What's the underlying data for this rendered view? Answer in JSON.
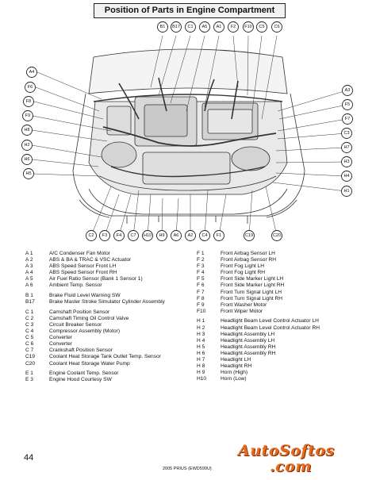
{
  "title": "Position of Parts in Engine Compartment",
  "callouts": {
    "top": [
      "B1",
      "B17",
      "C1",
      "A5",
      "A1",
      "F2",
      "F10",
      "C5",
      "C6"
    ],
    "left": [
      "A4",
      "F6",
      "F8",
      "F9",
      "H8",
      "H2",
      "H6",
      "H5"
    ],
    "right": [
      "A3",
      "F5",
      "F7",
      "C3",
      "H7",
      "H3",
      "H4",
      "H1"
    ],
    "bottom": [
      "C2",
      "F3",
      "F4",
      "C7",
      "H10",
      "H9",
      "A6",
      "A2",
      "C4",
      "F1",
      "C19",
      "C20"
    ]
  },
  "legend_left": [
    [
      {
        "code": "A  1",
        "label": "A/C Condenser Fan Motor"
      },
      {
        "code": "A  2",
        "label": "ABS & BA & TRAC & VSC Actuator"
      },
      {
        "code": "A  3",
        "label": "ABS Speed Sensor Front LH"
      },
      {
        "code": "A  4",
        "label": "ABS Speed Sensor Front RH"
      },
      {
        "code": "A  5",
        "label": "Air Fuel Ratio Sensor (Bank 1 Sensor 1)"
      },
      {
        "code": "A  6",
        "label": "Ambient Temp. Sensor"
      }
    ],
    [
      {
        "code": "B  1",
        "label": "Brake Fluid Level Warning SW"
      },
      {
        "code": "B17",
        "label": "Brake Master Stroke Simulator Cylinder Assembly"
      }
    ],
    [
      {
        "code": "C  1",
        "label": "Camshaft Position Sensor"
      },
      {
        "code": "C  2",
        "label": "Camshaft Timing Oil Control Valve"
      },
      {
        "code": "C  3",
        "label": "Circuit Breaker Sensor"
      },
      {
        "code": "C  4",
        "label": "Compressor Assembly (Motor)"
      },
      {
        "code": "C  5",
        "label": "Converter"
      },
      {
        "code": "C  6",
        "label": "Converter"
      },
      {
        "code": "C  7",
        "label": "Crankshaft Position Sensor"
      },
      {
        "code": "C19",
        "label": "Coolant Heat Storage Tank Outlet Temp. Sensor"
      },
      {
        "code": "C20",
        "label": "Coolant Heat Storage Water Pump"
      }
    ],
    [
      {
        "code": "E  1",
        "label": "Engine Coolant Temp. Sensor"
      },
      {
        "code": "E  3",
        "label": "Engine Hood Courtesy SW"
      }
    ]
  ],
  "legend_right": [
    [
      {
        "code": "F  1",
        "label": "Front Airbag Sensor LH"
      },
      {
        "code": "F  2",
        "label": "Front Airbag Sensor RH"
      },
      {
        "code": "F  3",
        "label": "Front Fog Light LH"
      },
      {
        "code": "F  4",
        "label": "Front Fog Light RH"
      },
      {
        "code": "F  5",
        "label": "Front Side Marker Light LH"
      },
      {
        "code": "F  6",
        "label": "Front Side Marker Light RH"
      },
      {
        "code": "F  7",
        "label": "Front Turn Signal Light LH"
      },
      {
        "code": "F  8",
        "label": "Front Turn Signal Light RH"
      },
      {
        "code": "F  9",
        "label": "Front Washer Motor"
      },
      {
        "code": "F10",
        "label": "Front Wiper Motor"
      }
    ],
    [
      {
        "code": "H  1",
        "label": "Headlight Beam Level Control Actuator LH"
      },
      {
        "code": "H  2",
        "label": "Headlight Beam Level Control Actuator RH"
      },
      {
        "code": "H  3",
        "label": "Headlight Assembly LH"
      },
      {
        "code": "H  4",
        "label": "Headlight Assembly LH"
      },
      {
        "code": "H  5",
        "label": "Headlight Assembly RH"
      },
      {
        "code": "H  6",
        "label": "Headlight Assembly RH"
      },
      {
        "code": "H  7",
        "label": "Headlight LH"
      },
      {
        "code": "H  8",
        "label": "Headlight RH"
      },
      {
        "code": "H  9",
        "label": "Horn (High)"
      },
      {
        "code": "H10",
        "label": "Horn (Low)"
      }
    ]
  ],
  "page_number": "44",
  "footer": "2005 PRIUS (EWD599U)",
  "watermark": {
    "line1": "AutoSoftos",
    "line2": ".com",
    "color": "#ea6a1c"
  }
}
